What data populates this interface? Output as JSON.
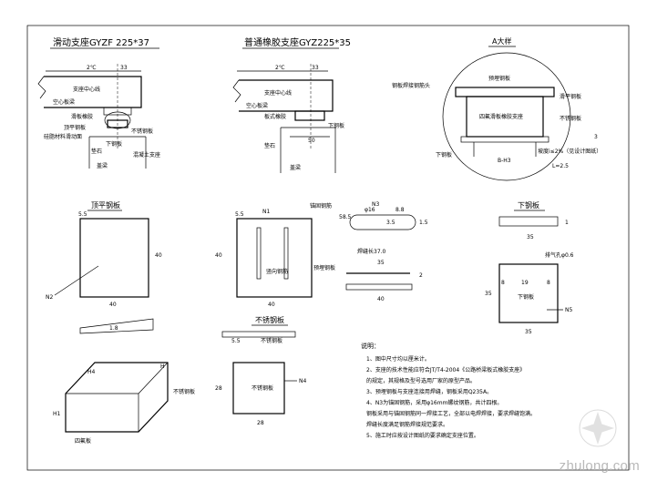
{
  "titles": {
    "sliding": "滑动支座GYZF 225*37",
    "common": "普通橡胶支座GYZ225*35",
    "detail": "A大样",
    "top_steel": "顶平钢板",
    "bottom_plate": "下钢板",
    "stainless": "不锈钢板"
  },
  "sliding_bearing": {
    "dim_cl": "2℃",
    "dim_33": "33",
    "lbl_cover": "支座中心线",
    "lbl_air": "空心板梁",
    "lbl_rubber": "滑板橡胶",
    "lbl_top_plate": "顶平钢板",
    "lbl_stainless": "不锈钢板",
    "lbl_grease": "硅脂材料滑动面",
    "lbl_bottom": "下钢板",
    "lbl_pier": "垫石",
    "lbl_cap": "盖梁",
    "lbl_concrete": "混凝土支座"
  },
  "common_bearing": {
    "dim_cl": "2℃",
    "dim_33": "33",
    "lbl_cover": "支座中心线",
    "lbl_air": "空心板梁",
    "lbl_rubber": "板式橡胶",
    "lbl_bottom": "下钢板",
    "dim_50": "50",
    "lbl_pad": "垫石",
    "lbl_cap": "盖梁"
  },
  "detail_a": {
    "lbl_left_top": "钢板焊接钢筋头",
    "lbl_right_top": "预埋钢板",
    "lbl_right_1": "滑平钢板",
    "lbl_right_2": "不锈钢板",
    "lbl_center": "四氟滑板橡胶支座",
    "lbl_left_bottom": "下钢板",
    "lbl_B": "B-H3",
    "lbl_slope": "坡度i≤2%（见设计图纸）",
    "lbl_L": "L=2.5",
    "dim_3": "3"
  },
  "top_steel_plate": {
    "dim_55": "5.5",
    "dim_40_right": "40",
    "dim_40_bottom": "40",
    "tag_n2": "N2",
    "dim_18": "1.8"
  },
  "anchor_plate": {
    "tag_n1": "N1",
    "dim_55": "5.5",
    "dim_40_left": "40",
    "dim_40_bottom": "40",
    "lbl_anchor": "锚固钢筋",
    "lbl_vertical": "竖向钢筋",
    "lbl_plate": "预埋钢板",
    "tag_n3": "N3",
    "dim_rod": "φ16",
    "dim_58": "58.5",
    "dim_88": "8.8",
    "dim_35": "3.5",
    "dim_1_5": "1.5",
    "lbl_weld": "焊缝长37.0",
    "dim_35_len": "35",
    "dim_2": "2",
    "dim_40_len": "40"
  },
  "stainless_plate": {
    "dim_55": "5.5",
    "lbl_stainless": "不锈钢板",
    "tag_n4": "N4",
    "dim_28_left": "28",
    "dim_28_bottom": "28",
    "lbl_center": "不锈钢板"
  },
  "bottom_steel": {
    "dim_35_top": "35",
    "dim_1": "1",
    "lbl_hole": "排气孔φ0.6",
    "dim_8": "8",
    "dim_19": "19",
    "dim_8b": "8",
    "dim_33": "35",
    "lbl_center": "下钢板",
    "tag_n5": "N5",
    "dim_35_bottom": "35"
  },
  "box": {
    "dim_h4": "H4",
    "dim_h1": "H1",
    "lbl_side": "不锈钢板",
    "lbl_outer": "四氟板",
    "lbl_h": "H"
  },
  "notes": {
    "heading": "说明：",
    "items": [
      "1、图中尺寸均以厘米计。",
      "2、支座的技术性能应符合JT/T4-2004《公路桥梁板式橡胶支座》",
      "   的规定，其规格及型号选用厂家的原型产品。",
      "3、预埋钢板与支座连接用焊缝，钢板采用Q235A。",
      "4、N3为锚固钢筋，采用φ16mm螺纹钢筋，共计四根。",
      "   钢板采用与锚固钢筋同一焊接工艺，全部以电焊焊接，要求焊缝饱满。",
      "   焊缝长度满足钢筋焊接规范要求。",
      "5、施工时应按设计图纸的要求确定支座位置。"
    ]
  },
  "watermark": "zhulong.com",
  "colors": {
    "line": "#000000",
    "background": "#ffffff",
    "watermark": "#b9b9b9"
  }
}
